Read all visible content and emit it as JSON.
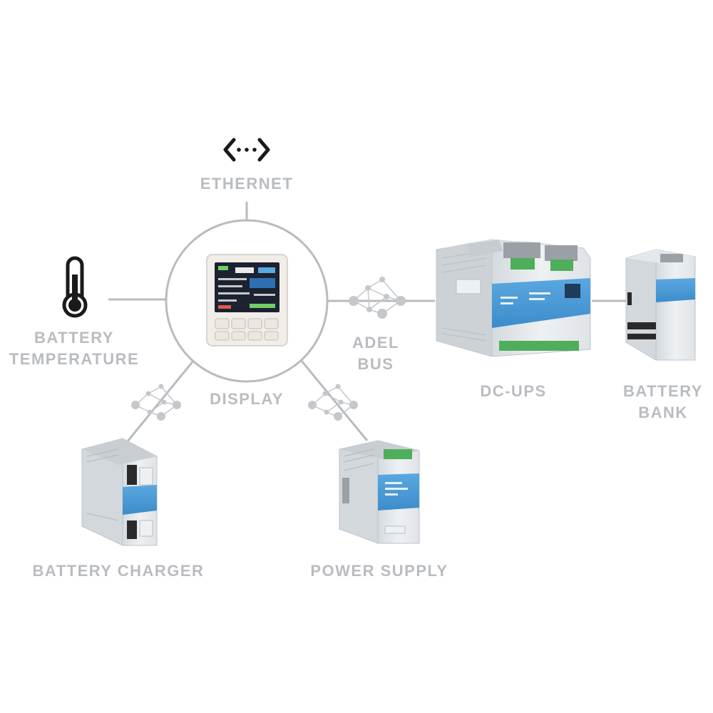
{
  "colors": {
    "line": "#b8bbbf",
    "label": "#b9bcc1",
    "device_body": "#e8ebee",
    "device_shade": "#cfd4d9",
    "accent_blue": "#4a9bd6",
    "terminal_green": "#4fae5a",
    "icon_dark": "#1a1a1a"
  },
  "nodes": {
    "ethernet": {
      "label": "ETHERNET",
      "icon": "ethernet-icon"
    },
    "battery_temperature": {
      "label_line1": "BATTERY",
      "label_line2": "TEMPERATURE",
      "icon": "thermometer-icon"
    },
    "display": {
      "label": "DISPLAY"
    },
    "adel_bus": {
      "label_line1": "ADEL",
      "label_line2": "BUS",
      "icon": "network-node-icon"
    },
    "dc_ups": {
      "label": "DC-UPS"
    },
    "battery_bank": {
      "label_line1": "BATTERY",
      "label_line2": "BANK"
    },
    "battery_charger": {
      "label": "BATTERY CHARGER"
    },
    "power_supply": {
      "label": "POWER SUPPLY"
    }
  }
}
